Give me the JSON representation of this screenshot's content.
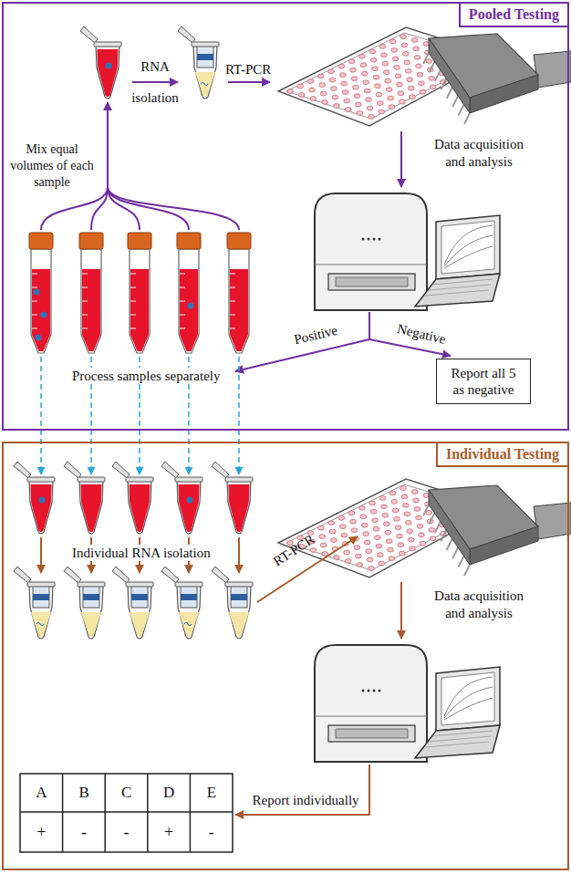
{
  "diagram": {
    "nodes": [
      {
        "text": [
          "Pooled Testing"
        ]
      },
      {
        "text": [
          "Report all 5 as negative"
        ],
        "in": 0
      },
      {
        "text": [
          "Individual Testing"
        ]
      }
    ],
    "labels": [
      "RNA isolation",
      "RT-PCR",
      "Mix equal volumes of each sample",
      "Data acquisition and analysis",
      "Positive",
      "Negative",
      "Process samples separately",
      "Individual RNA isolation",
      "RT-PCR",
      "Data acquisition and analysis",
      "Report individually",
      "A",
      "B",
      "C",
      "D",
      "E",
      "+",
      "-",
      "-",
      "+",
      "-"
    ]
  }
}
